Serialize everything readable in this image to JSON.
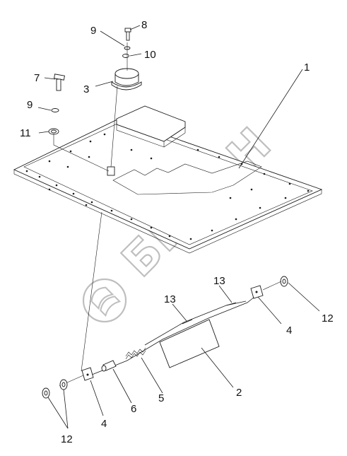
{
  "watermark": {
    "text": "БИЗОН"
  },
  "labels": {
    "l1": "1",
    "l2": "2",
    "l3": "3",
    "l4a": "4",
    "l4b": "4",
    "l5": "5",
    "l6": "6",
    "l7": "7",
    "l8": "8",
    "l9a": "9",
    "l9b": "9",
    "l10": "10",
    "l11": "11",
    "l12a": "12",
    "l12b": "12",
    "l13a": "13",
    "l13b": "13"
  }
}
